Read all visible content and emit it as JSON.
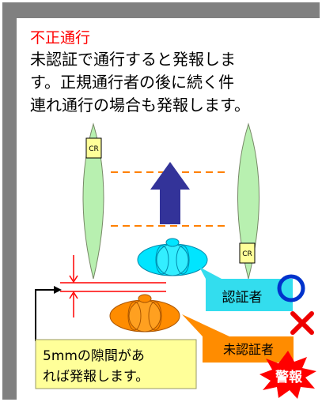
{
  "title": "不正通行",
  "description_lines": [
    "未認証で通行すると発報しま",
    "す。正規通行者の後に続く件",
    "連れ通行の場合も発報します。"
  ],
  "card_reader_label": "CR",
  "authenticated_label": "認証者",
  "unauthenticated_label": "未認証者",
  "gap_note_lines": [
    "5mmの隙間があ",
    "れば発報します。"
  ],
  "alarm_label": "警報",
  "colors": {
    "frame": "#808080",
    "title": "#ff0000",
    "gate": "#b8f0b0",
    "reader": "#ffff99",
    "arrow": "#333399",
    "beam": "#ff8000",
    "person_ok": "#00e5ff",
    "person_ng": "#ff8c00",
    "callout_ok": "#33ddee",
    "callout_ng": "#ff8c00",
    "note_bg": "#ffff99",
    "ok_circle": "#0033cc",
    "ng_cross": "#ee0000",
    "alarm": "#ff0000"
  },
  "icons": [
    "up-arrow-icon",
    "circle-ok-icon",
    "cross-ng-icon",
    "alarm-burst-icon"
  ]
}
